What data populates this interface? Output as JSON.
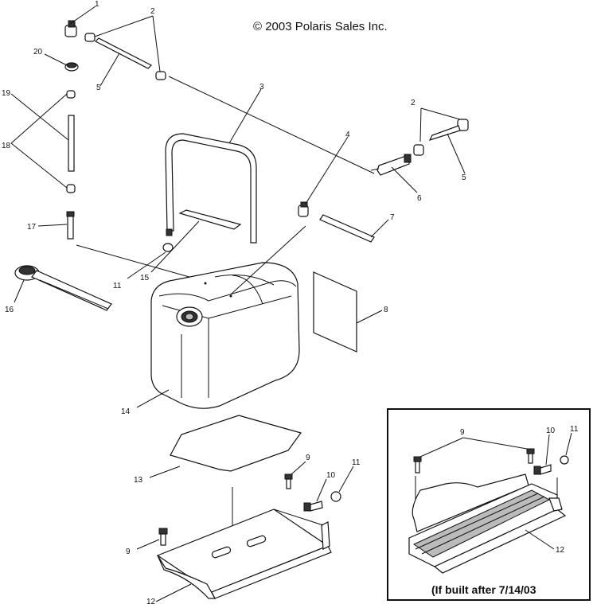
{
  "copyright": "© 2003 Polaris Sales Inc.",
  "inset_note": "(If built after 7/14/03",
  "callouts": {
    "c1": "1",
    "c2a": "2",
    "c2b": "2",
    "c3": "3",
    "c4": "4",
    "c5a": "5",
    "c5b": "5",
    "c6": "6",
    "c7": "7",
    "c8": "8",
    "c9a": "9",
    "c9b": "9",
    "c10": "10",
    "c11a": "11",
    "c11b": "11",
    "c12": "12",
    "c13": "13",
    "c14": "14",
    "c15": "15",
    "c16": "16",
    "c17": "17",
    "c18": "18",
    "c19": "19",
    "c20": "20",
    "i9": "9",
    "i10": "10",
    "i11": "11",
    "i12": "12"
  }
}
